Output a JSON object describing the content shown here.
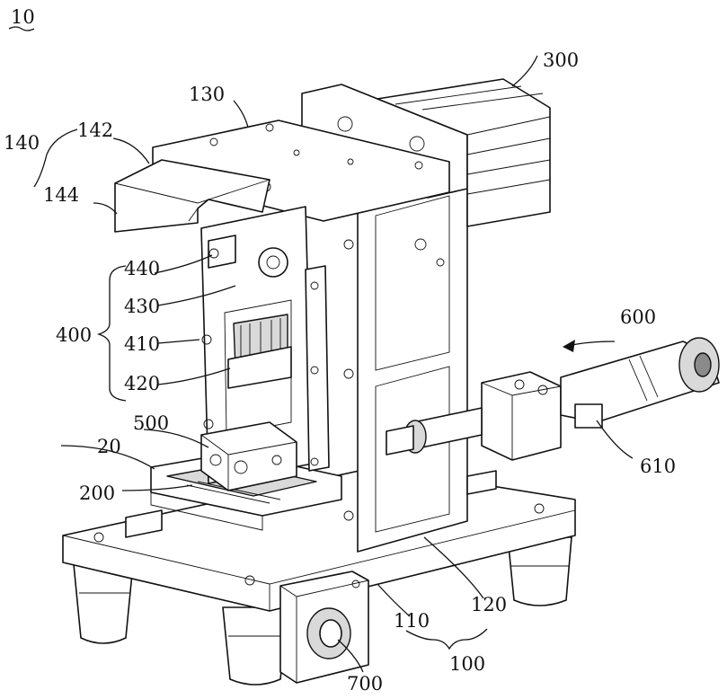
{
  "figure_id": "10",
  "labels": {
    "l300": "300",
    "l130": "130",
    "l140": "140",
    "l142": "142",
    "l144": "144",
    "l440": "440",
    "l430": "430",
    "l400": "400",
    "l410": "410",
    "l420": "420",
    "l600": "600",
    "l610": "610",
    "l500": "500",
    "l20": "20",
    "l200": "200",
    "l120": "120",
    "l110": "110",
    "l100": "100",
    "l700": "700"
  }
}
